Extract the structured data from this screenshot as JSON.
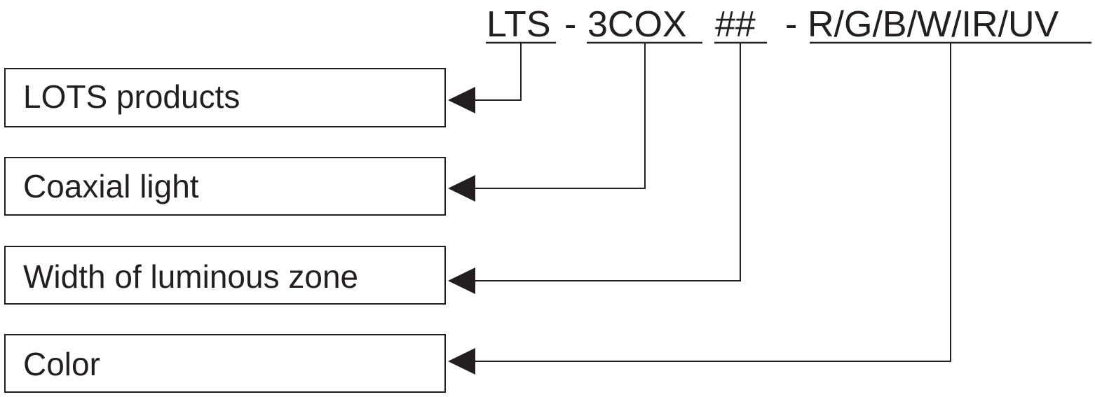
{
  "code": {
    "segments": [
      {
        "id": "prefix",
        "text": "LTS"
      },
      {
        "id": "sep1",
        "text": "-"
      },
      {
        "id": "type",
        "text": "3COX"
      },
      {
        "id": "width",
        "text": "##"
      },
      {
        "id": "sep2",
        "text": "-"
      },
      {
        "id": "color",
        "text": "R/G/B/W/IR/UV"
      }
    ]
  },
  "boxes": [
    {
      "id": "lots",
      "label": "LOTS products"
    },
    {
      "id": "coaxial",
      "label": "Coaxial light"
    },
    {
      "id": "width",
      "label": "Width of luminous zone"
    },
    {
      "id": "color",
      "label": "Color"
    }
  ],
  "colors": {
    "ink": "#231f20",
    "background": "#ffffff"
  }
}
